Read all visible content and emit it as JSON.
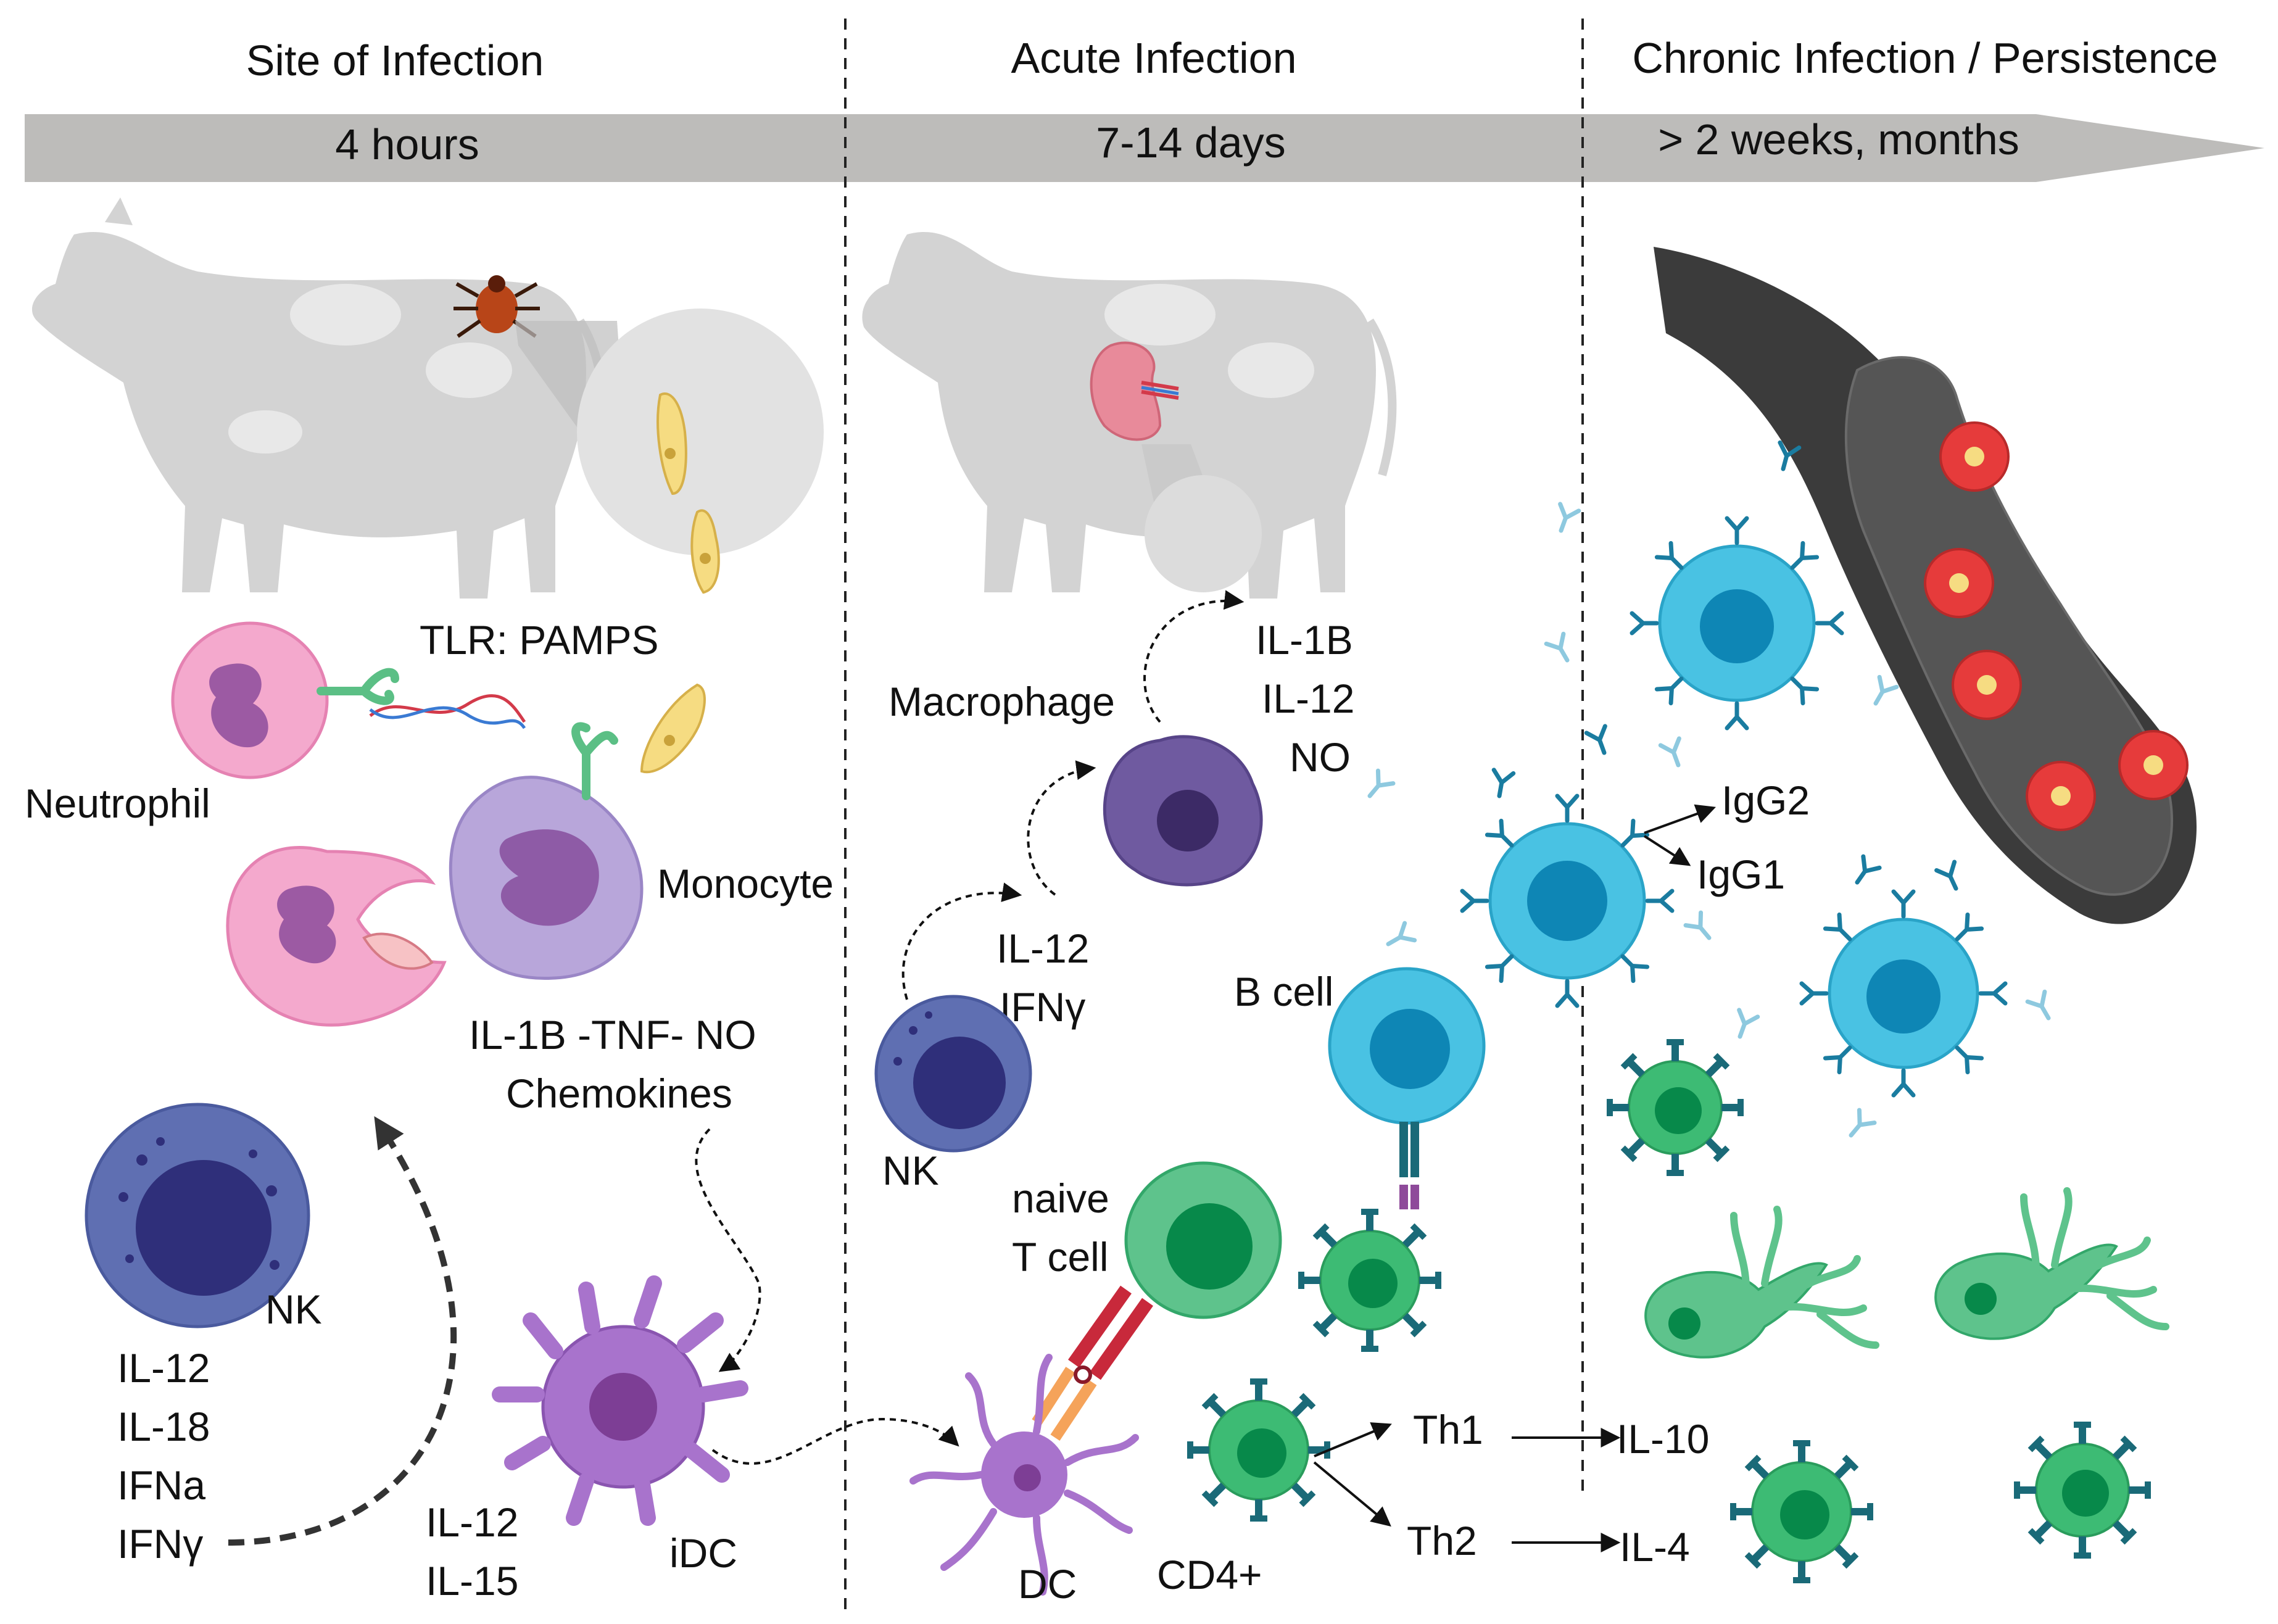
{
  "phases": [
    {
      "title": "Site of Infection",
      "time": "4 hours"
    },
    {
      "title": "Acute Infection",
      "time": "7-14 days"
    },
    {
      "title": "Chronic Infection /  Persistence",
      "time": "> 2 weeks, months"
    }
  ],
  "site": {
    "tlr": "TLR: PAMPS",
    "neutrophil": "Neutrophil",
    "monocyte": "Monocyte",
    "cytokines": [
      "IL-1B -TNF-   NO",
      "Chemokines"
    ],
    "nk": "NK",
    "nk_cytokines": [
      "IL-12",
      "IL-18",
      "IFNa",
      "IFNγ"
    ],
    "idc_cytokines": [
      "IL-12",
      "IL-15"
    ],
    "idc": "iDC"
  },
  "acute": {
    "macrophage": "Macrophage",
    "macrophage_outputs": [
      "IL-1B",
      "IL-12",
      "NO"
    ],
    "nk_cytokines": [
      "IL-12",
      "IFNγ"
    ],
    "nk": "NK",
    "bcell": "B cell",
    "naive_t": [
      "naive",
      "T cell"
    ],
    "dc": "DC",
    "cd4": "CD4+",
    "th1": "Th1",
    "th2": "Th2"
  },
  "chronic": {
    "igg2": "IgG2",
    "igg1": "IgG1",
    "il10": "IL-10",
    "il4": "IL-4"
  },
  "colors": {
    "banner": "#bdbcba",
    "cow": "#d3d3d3",
    "neutrophil": "#f4a9cd",
    "monocyte": "#b8a6da",
    "nk": "#5f6fb2",
    "idc": "#a873cc",
    "bcell": "#49c2e3",
    "tcell": "#3dbb74",
    "vessel": "#3b3b3b",
    "rbc": "#e63b3b",
    "parasite": "#f6dc82"
  },
  "icons": [
    "cow-icon",
    "tick-icon",
    "spleen-icon",
    "blood-vessel-icon",
    "antibody-icon",
    "parasite-icon",
    "dna-icon",
    "tlr-receptor-icon"
  ]
}
